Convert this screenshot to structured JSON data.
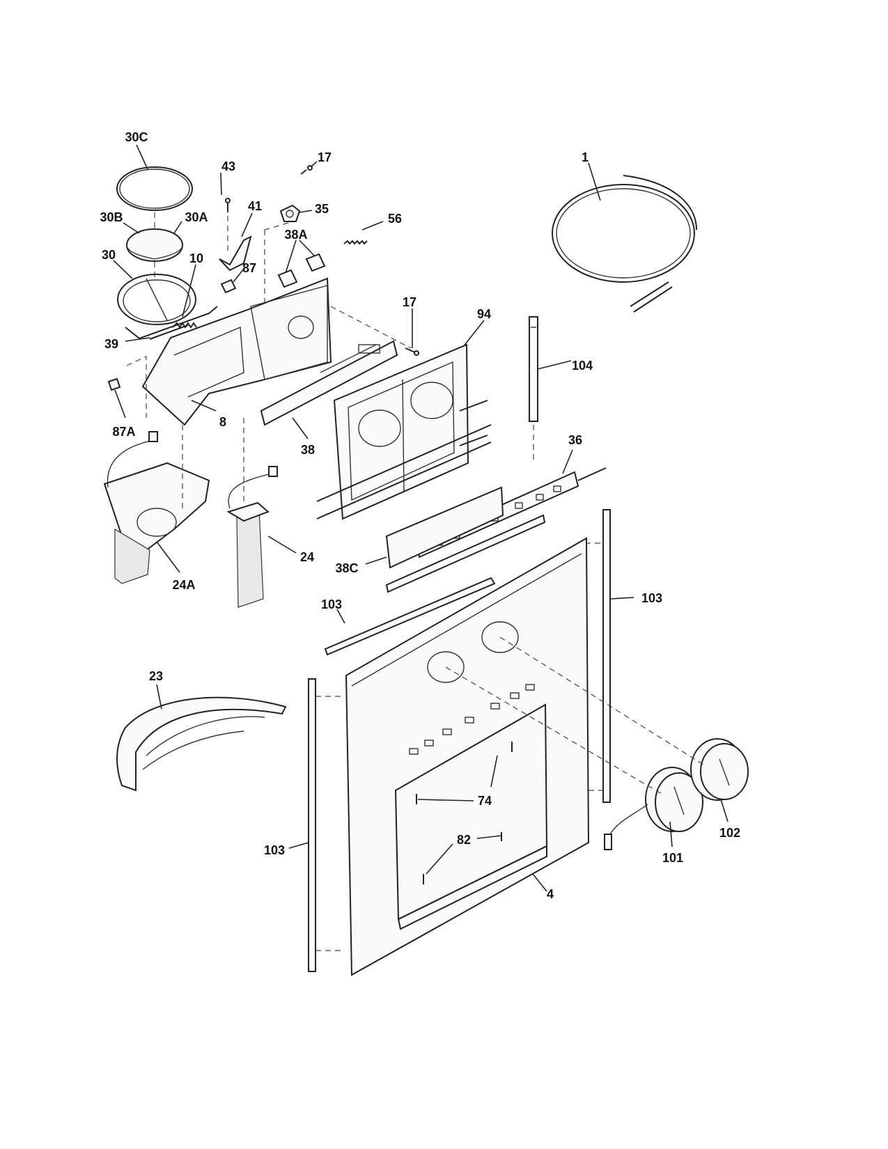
{
  "diagram": {
    "callouts": [
      {
        "id": "c-30c",
        "text": "30C"
      },
      {
        "id": "c-43",
        "text": "43"
      },
      {
        "id": "c-17a",
        "text": "17"
      },
      {
        "id": "c-1",
        "text": "1"
      },
      {
        "id": "c-30b",
        "text": "30B"
      },
      {
        "id": "c-30a",
        "text": "30A"
      },
      {
        "id": "c-41",
        "text": "41"
      },
      {
        "id": "c-35",
        "text": "35"
      },
      {
        "id": "c-56",
        "text": "56"
      },
      {
        "id": "c-38a",
        "text": "38A"
      },
      {
        "id": "c-30",
        "text": "30"
      },
      {
        "id": "c-10",
        "text": "10"
      },
      {
        "id": "c-87",
        "text": "87"
      },
      {
        "id": "c-17b",
        "text": "17"
      },
      {
        "id": "c-94",
        "text": "94"
      },
      {
        "id": "c-39",
        "text": "39"
      },
      {
        "id": "c-104",
        "text": "104"
      },
      {
        "id": "c-8",
        "text": "8"
      },
      {
        "id": "c-87a",
        "text": "87A"
      },
      {
        "id": "c-38",
        "text": "38"
      },
      {
        "id": "c-36",
        "text": "36"
      },
      {
        "id": "c-24",
        "text": "24"
      },
      {
        "id": "c-38c",
        "text": "38C"
      },
      {
        "id": "c-24a",
        "text": "24A"
      },
      {
        "id": "c-103a",
        "text": "103"
      },
      {
        "id": "c-103b",
        "text": "103"
      },
      {
        "id": "c-23",
        "text": "23"
      },
      {
        "id": "c-74",
        "text": "74"
      },
      {
        "id": "c-82",
        "text": "82"
      },
      {
        "id": "c-102",
        "text": "102"
      },
      {
        "id": "c-101",
        "text": "101"
      },
      {
        "id": "c-103c",
        "text": "103"
      },
      {
        "id": "c-4",
        "text": "4"
      }
    ]
  }
}
